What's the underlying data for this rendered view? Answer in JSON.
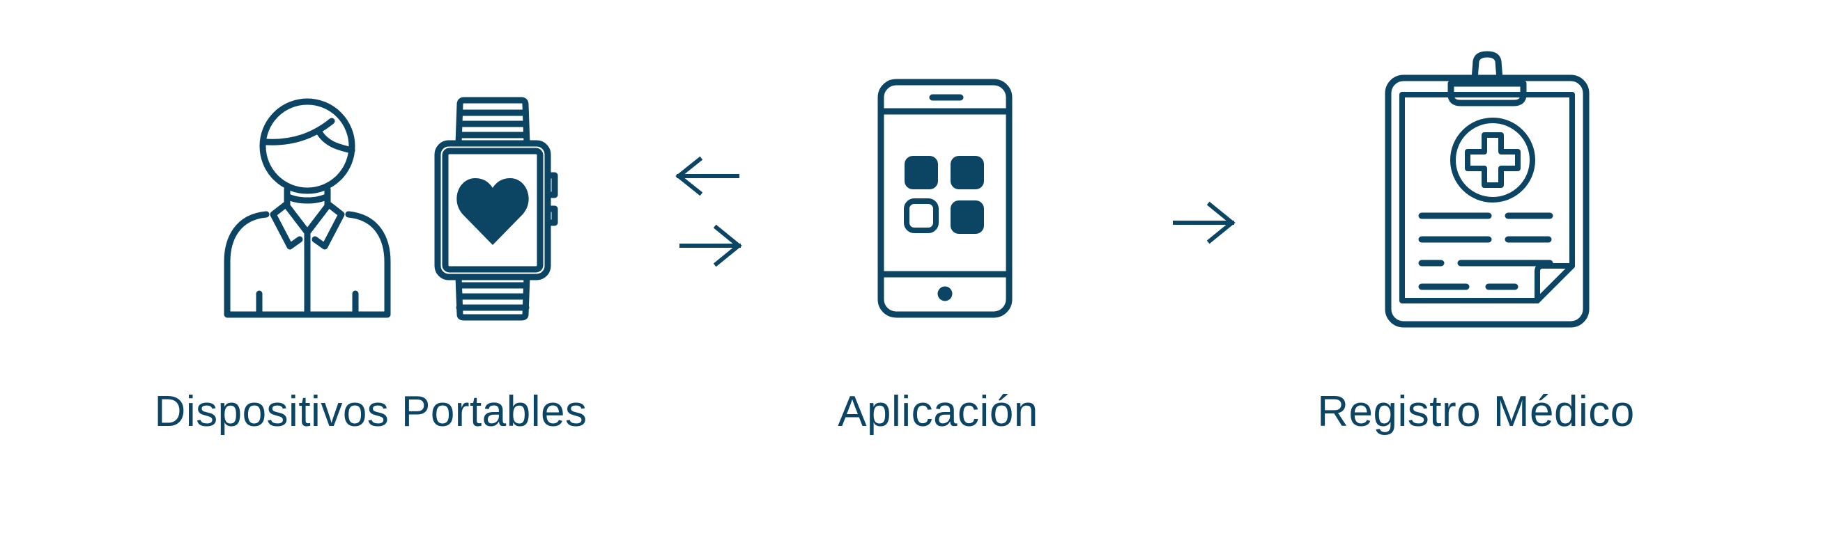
{
  "theme": {
    "ink": "#0b4563",
    "background": "#ffffff"
  },
  "icons": [
    "person-icon",
    "smartwatch-icon",
    "heart-icon",
    "bidirectional-arrows-icon",
    "smartphone-icon",
    "app-grid-icon",
    "right-arrow-icon",
    "medical-clipboard-icon",
    "medical-cross-icon"
  ],
  "flow": {
    "steps": [
      {
        "label": "Dispositivos Portables"
      },
      {
        "label": "Aplicación"
      },
      {
        "label": "Registro Médico"
      }
    ]
  }
}
